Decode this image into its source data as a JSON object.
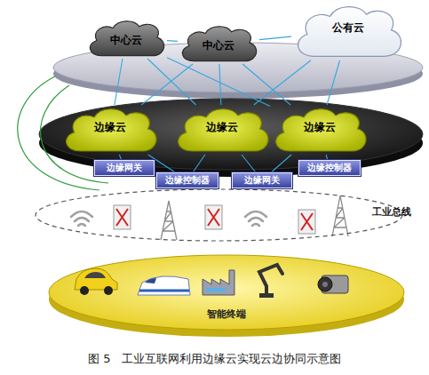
{
  "diagram": {
    "caption": "图 5   工业互联网利用边缘云实现云边协同示意图",
    "nodes": [
      {
        "text": [
          "中心云"
        ]
      },
      {
        "text": [
          "中心云"
        ]
      },
      {
        "text": [
          "公有云"
        ]
      },
      {
        "text": [
          "边缘云"
        ]
      },
      {
        "text": [
          "边缘云"
        ]
      },
      {
        "text": [
          "边缘云"
        ]
      },
      {
        "text": [
          "边缘网关"
        ]
      },
      {
        "text": [
          "边缘控制器"
        ]
      },
      {
        "text": [
          "边缘网关"
        ]
      },
      {
        "text": [
          "边缘控制器"
        ]
      },
      {
        "text": [
          "工业总线"
        ]
      },
      {
        "text": [
          "智能终端"
        ]
      }
    ],
    "edges": [
      {
        "from": 0,
        "to": 1,
        "arrow": "none"
      },
      {
        "from": 1,
        "to": 2,
        "arrow": "none"
      },
      {
        "from": 0,
        "to": 3,
        "arrow": "none"
      },
      {
        "from": 0,
        "to": 4,
        "arrow": "none"
      },
      {
        "from": 0,
        "to": 5,
        "arrow": "none"
      },
      {
        "from": 1,
        "to": 3,
        "arrow": "none"
      },
      {
        "from": 1,
        "to": 4,
        "arrow": "none"
      },
      {
        "from": 1,
        "to": 5,
        "arrow": "none"
      },
      {
        "from": 2,
        "to": 4,
        "arrow": "none"
      },
      {
        "from": 2,
        "to": 5,
        "arrow": "none"
      },
      {
        "from": 3,
        "to": 6,
        "arrow": "none"
      },
      {
        "from": 3,
        "to": 7,
        "arrow": "none"
      },
      {
        "from": 4,
        "to": 7,
        "arrow": "none"
      },
      {
        "from": 4,
        "to": 8,
        "arrow": "none"
      },
      {
        "from": 5,
        "to": 8,
        "arrow": "none"
      },
      {
        "from": 5,
        "to": 9,
        "arrow": "none"
      }
    ]
  }
}
